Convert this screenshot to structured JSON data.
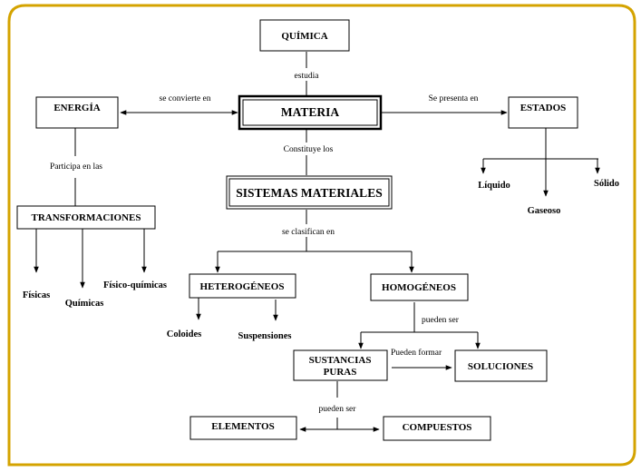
{
  "frame": {
    "border_color": "#D4A300"
  },
  "nodes": {
    "quimica": "QUÍMICA",
    "materia": "MATERIA",
    "energia": "ENERGÍA",
    "estados": "ESTADOS",
    "sistemas": "SISTEMAS MATERIALES",
    "transformaciones": "TRANSFORMACIONES",
    "heterogeneos": "HETEROGÉNEOS",
    "homogeneos": "HOMOGÉNEOS",
    "sustancias_1": "SUSTANCIAS",
    "sustancias_2": "PURAS",
    "soluciones": "SOLUCIONES",
    "elementos": "ELEMENTOS",
    "compuestos": "COMPUESTOS"
  },
  "leaves": {
    "liquido": "Líquido",
    "gaseoso": "Gaseoso",
    "solido": "Sólido",
    "fisicas": "Físicas",
    "quimicas": "Químicas",
    "fisico_quimicas": "Físico-químicas",
    "coloides": "Coloides",
    "suspensiones": "Suspensiones"
  },
  "links": {
    "estudia": "estudia",
    "se_convierte_en": "se convierte en",
    "se_presenta_en": "Se presenta en",
    "constituye_los": "Constituye los",
    "participa_en_las": "Participa en las",
    "se_clasifican_en": "se clasifican en",
    "pueden_ser_1": "pueden ser",
    "pueden_formar": "Pueden formar",
    "pueden_ser_2": "pueden ser"
  }
}
